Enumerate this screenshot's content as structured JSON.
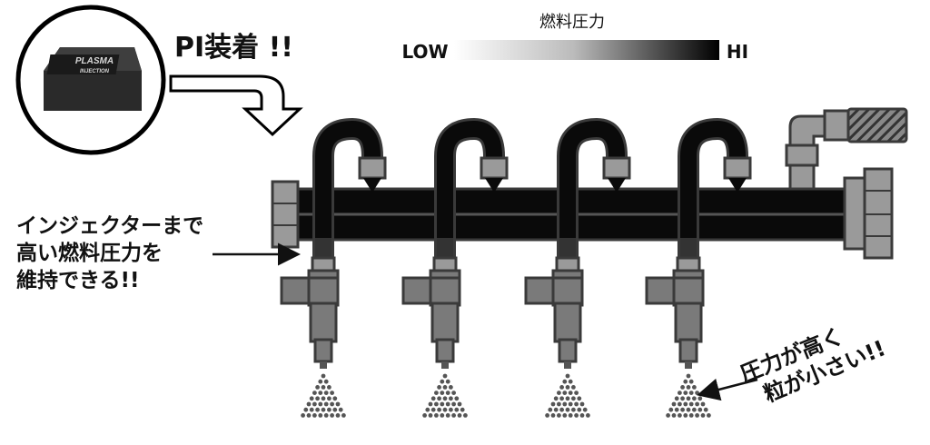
{
  "legend": {
    "title": "燃料圧力",
    "low_label": "LOW",
    "high_label": "HI",
    "gradient_from": "#ffffff",
    "gradient_to": "#000000"
  },
  "device": {
    "label_line1": "PLASMA",
    "label_line2": "INJECTION",
    "callout": "PI装着 !!"
  },
  "left_note": {
    "lines": [
      "インジェクターまで",
      "高い燃料圧力を",
      "維持できる!!"
    ]
  },
  "right_note": {
    "lines": [
      "圧力が高く",
      "粒が小さい!!"
    ]
  },
  "colors": {
    "rail": "#0a0a0a",
    "fitting": "#9a9a9a",
    "injector": "#7a7a7a",
    "outline": "#3a3a3a",
    "droplet": "#555555"
  },
  "injector_count": 4
}
